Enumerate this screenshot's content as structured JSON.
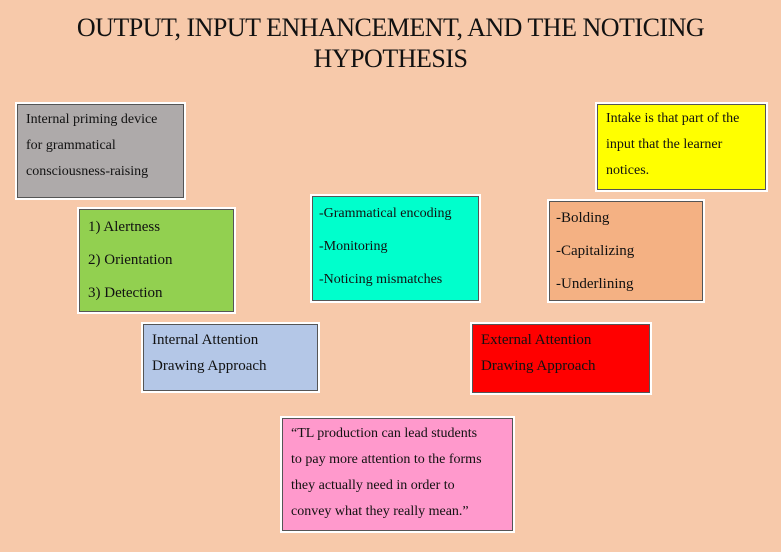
{
  "title": {
    "line1": "OUTPUT, INPUT ENHANCEMENT, AND THE NOTICING",
    "line2": "HYPOTHESIS"
  },
  "boxes": {
    "gray": [
      "Internal priming device",
      "for grammatical",
      "consciousness-raising"
    ],
    "green": [
      "1) Alertness",
      "2) Orientation",
      "3) Detection"
    ],
    "cyan": [
      "-Grammatical encoding",
      "-Monitoring",
      "-Noticing mismatches"
    ],
    "blue": [
      "Internal Attention",
      "Drawing Approach"
    ],
    "yellow": [
      "Intake is that part of the",
      "input that the learner",
      "notices."
    ],
    "orange": [
      "-Bolding",
      "-Capitalizing",
      "-Underlining"
    ],
    "red": [
      "External Attention",
      "Drawing Approach"
    ],
    "pink": [
      "“TL production can lead students",
      "to pay more attention to the forms",
      "they actually need in order to",
      "convey what they really mean.”"
    ]
  },
  "colors": {
    "background": "#f7c9aa",
    "gray": "#aeaaaa",
    "green": "#92d050",
    "cyan": "#00ffcc",
    "blue": "#b4c7e7",
    "yellow": "#ffff00",
    "orange": "#f4b183",
    "red": "#ff0000",
    "pink": "#ff99cc"
  }
}
